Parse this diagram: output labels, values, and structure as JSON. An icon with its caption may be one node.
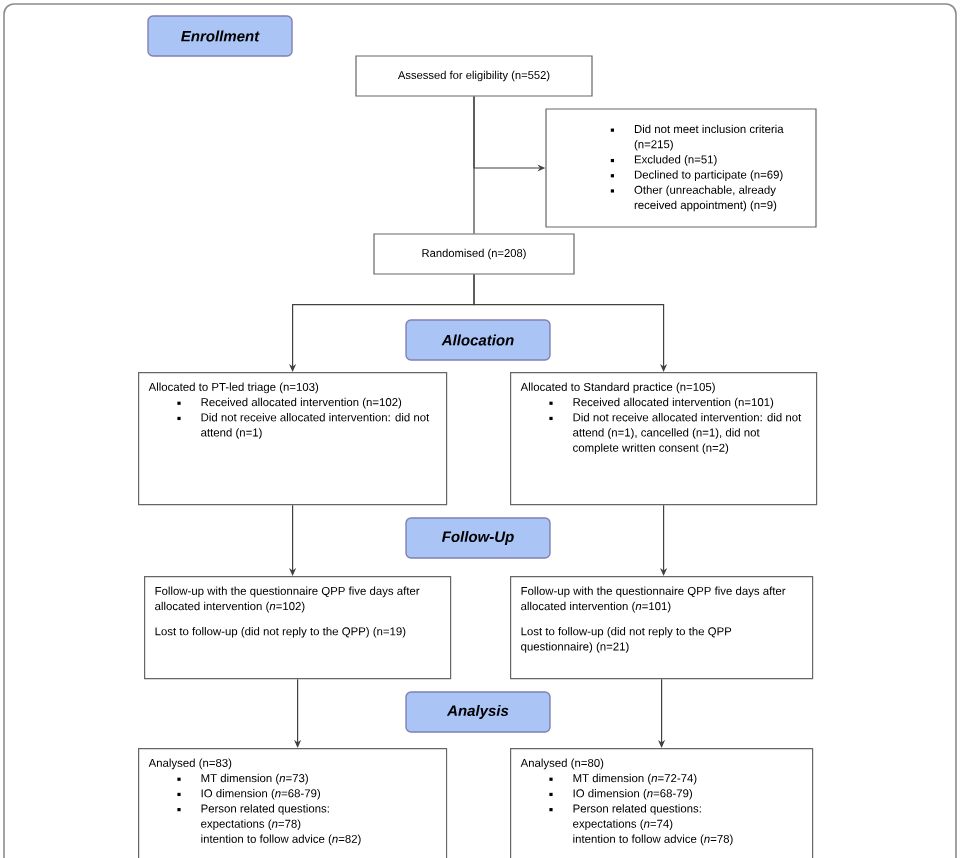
{
  "diagram": {
    "nodes": [
      {
        "text": [
          "Enrollment"
        ]
      },
      {
        "text": [
          "Assessed for eligibility (n=552)"
        ]
      },
      {
        "text": [
          "Did not meet inclusion criteria (n=215)",
          "Excluded (n=51)",
          "Declined to participate (n=69)",
          "Other (unreachable, already received appointment) (n=9)"
        ]
      },
      {
        "text": [
          "Randomised (n=208)"
        ]
      },
      {
        "text": [
          "Allocation"
        ]
      },
      {
        "text": [
          "Allocated to PT-led triage (n=103)",
          "Received allocated intervention (n=102)",
          "Did not receive allocated intervention: did not attend (n=1)"
        ]
      },
      {
        "text": [
          "Allocated to Standard practice (n=105)",
          "Received allocated intervention (n=101)",
          "Did not receive allocated intervention: did not attend (n=1), cancelled (n=1), did not complete written consent (n=2)"
        ]
      },
      {
        "text": [
          "Follow-Up"
        ]
      },
      {
        "text": [
          "Follow-up with the questionnaire QPP five days after allocated intervention (*n*=102)",
          "Lost to follow-up (did not reply to the QPP) (n=19)"
        ]
      },
      {
        "text": [
          "Follow-up with the questionnaire QPP five days after allocated intervention (*n*=101)",
          "Lost to follow-up (did not reply to the QPP questionnaire) (n=21)"
        ]
      },
      {
        "text": [
          "Analysis"
        ]
      },
      {
        "text": [
          "Analysed (n=83)",
          "MT dimension (*n*=73)",
          "IO dimension (*n*=68-79)",
          "Person related questions:",
          "expectations (*n*=78)",
          "intention to follow advice (*n*=82)"
        ]
      },
      {
        "text": [
          "Analysed (n=80)",
          "MT dimension (*n*=72-74)",
          "IO dimension (*n*=68-79)",
          "Person related questions:",
          "expectations (*n*=74)",
          "intention to follow advice (*n*=78)"
        ]
      }
    ],
    "edges": [
      {
        "from": 1,
        "to": 3,
        "arrow": "none"
      },
      {
        "from": 1,
        "to": 2,
        "arrow": "to"
      },
      {
        "from": 3,
        "to": 5,
        "arrow": "to"
      },
      {
        "from": 3,
        "to": 6,
        "arrow": "to"
      },
      {
        "from": 5,
        "to": 8,
        "arrow": "to"
      },
      {
        "from": 6,
        "to": 9,
        "arrow": "to"
      },
      {
        "from": 8,
        "to": 11,
        "arrow": "to"
      },
      {
        "from": 9,
        "to": 12,
        "arrow": "to"
      }
    ]
  }
}
